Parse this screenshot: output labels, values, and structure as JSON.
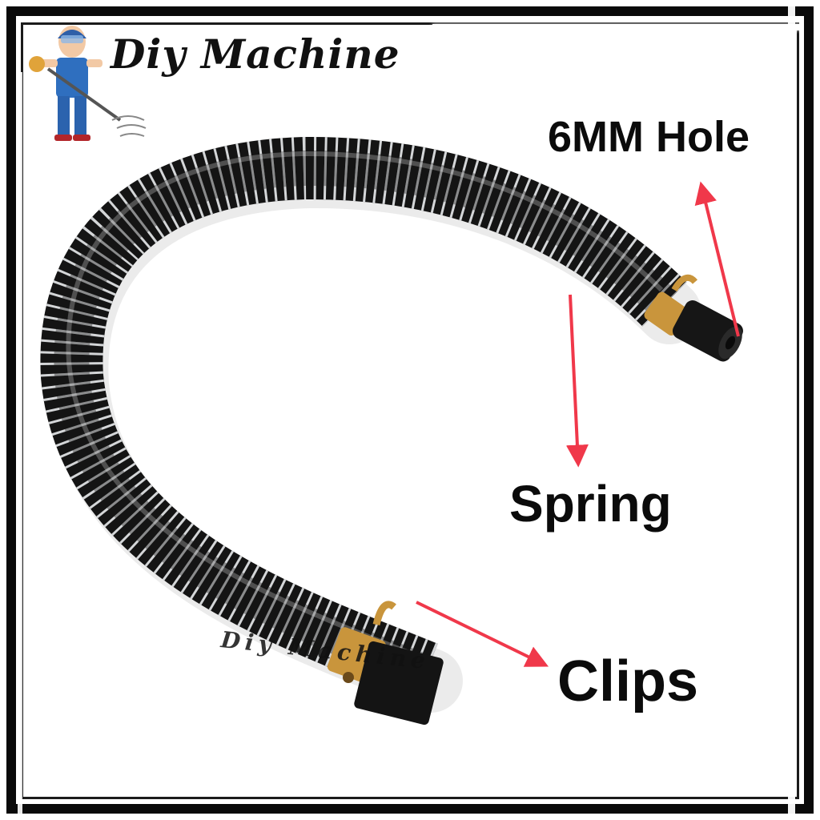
{
  "brand": {
    "name": "Diy Machine"
  },
  "labels": {
    "hole": "6MM Hole",
    "spring": "Spring",
    "clips": "Clips"
  },
  "watermark": {
    "text": "Diy Machine"
  },
  "colors": {
    "arrow": "#f0384a",
    "hose": "#141414",
    "spring": "#d4d6d8",
    "clip": "#c9953c",
    "frame": "#0a0a0a"
  },
  "icons": [
    "worker-mascot-icon"
  ]
}
